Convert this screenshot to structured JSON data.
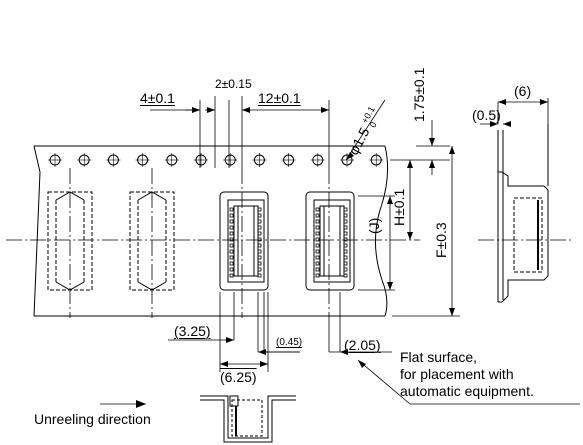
{
  "dimensions": {
    "pitch_sprocket": "4±0.1",
    "hole_offset": "2±0.15",
    "pitch_parts": "12±0.1",
    "hole_dia_prefix": "φ1.5",
    "hole_dia_tol_plus": "+0.1",
    "hole_dia_tol_minus": "0",
    "edge_to_hole": "1.75±0.1",
    "tape_thickness": "(0.5)",
    "pocket_depth": "(6)",
    "hole_to_center": "H±0.1",
    "tape_width": "F±0.3",
    "pocket_length": "(J)",
    "left_offset": "(3.25)",
    "gap": "(0.45)",
    "right_offset": "(2.05)",
    "pocket_width": "(6.25)"
  },
  "note": {
    "line1": "Flat surface,",
    "line2": "for placement with",
    "line3": "automatic equipment."
  },
  "direction": {
    "label": "Unreeling direction"
  }
}
